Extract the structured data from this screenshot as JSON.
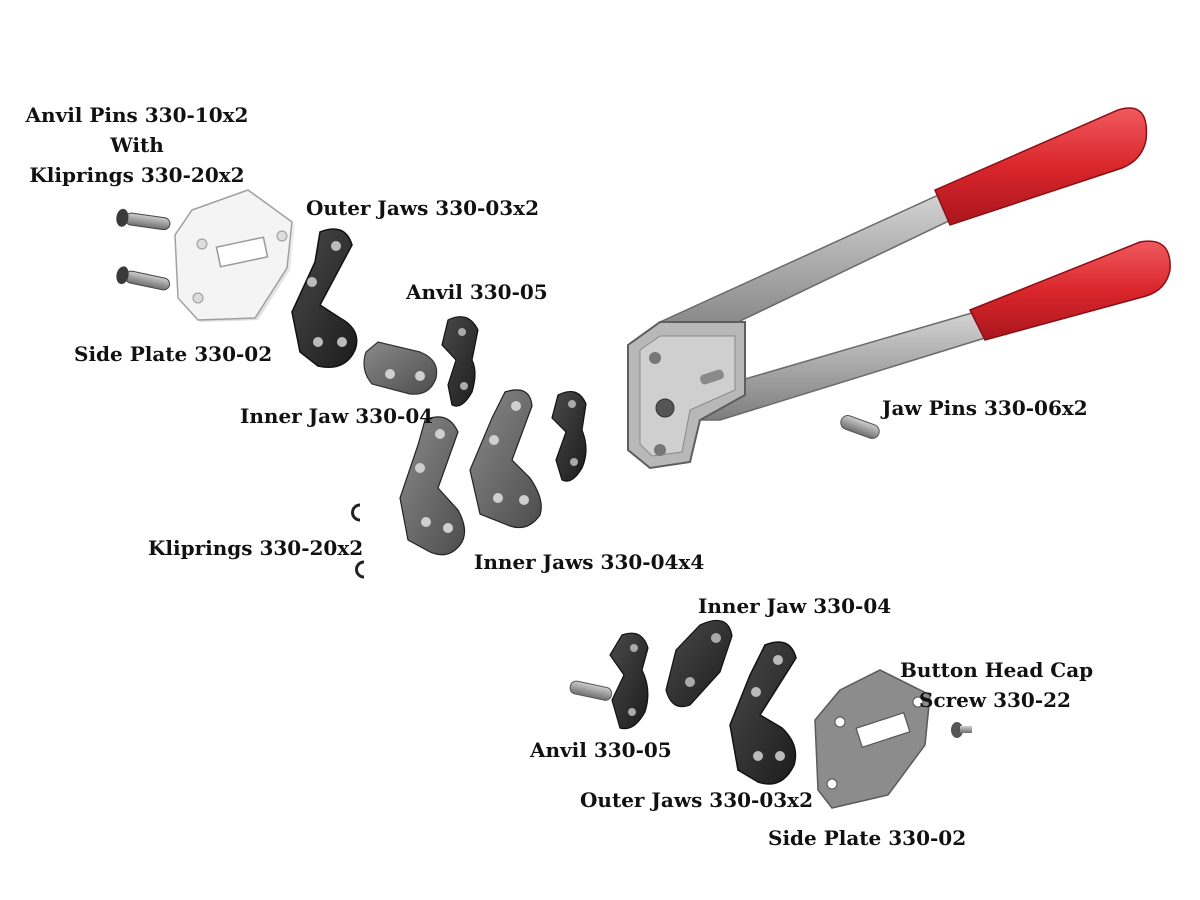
{
  "labels": {
    "anvil_pins": [
      "Anvil Pins 330-10x2",
      "With",
      "Kliprings 330-20x2"
    ],
    "outer_jaws_top": "Outer Jaws 330-03x2",
    "anvil_top": "Anvil 330-05",
    "side_plate_top": "Side Plate 330-02",
    "inner_jaw_top": "Inner Jaw 330-04",
    "jaw_pins": "Jaw Pins 330-06x2",
    "kliprings": "Kliprings 330-20x2",
    "inner_jaws": "Inner Jaws 330-04x4",
    "inner_jaw_bottom": "Inner Jaw 330-04",
    "button_head": [
      "Button Head Cap",
      "Screw 330-22"
    ],
    "anvil_bottom": "Anvil 330-05",
    "outer_jaws_bottom": "Outer Jaws 330-03x2",
    "side_plate_bottom": "Side Plate 330-02"
  },
  "colors": {
    "handle_grip": "#d9262c",
    "handle_metal": "#a8a8a8",
    "dark_part": "#2e2e2e",
    "light_plate": "#f2f2f2",
    "grey_part": "#6b6b6b"
  }
}
